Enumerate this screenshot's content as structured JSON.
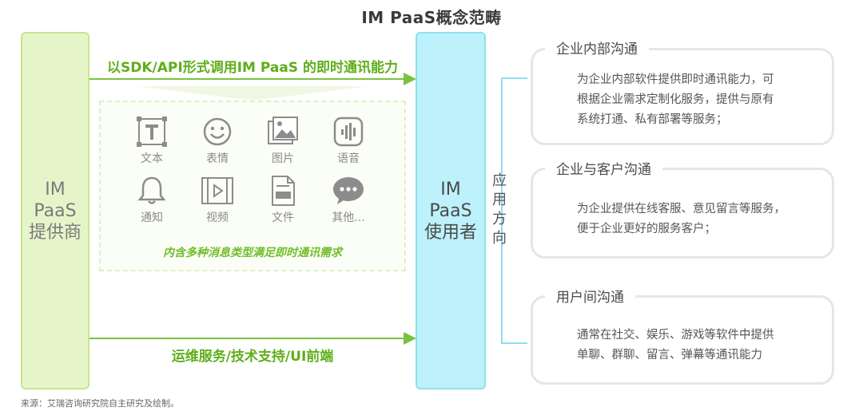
{
  "title": "IM PaaS概念范畴",
  "provider": {
    "line1": "IM",
    "line2": "PaaS",
    "line3": "提供商"
  },
  "user": {
    "line1": "IM",
    "line2": "PaaS",
    "line3": "使用者"
  },
  "top_arrow_label": "以SDK/API形式调用IM PaaS 的即时通讯能力",
  "bottom_arrow_label": "运维服务/技术支持/UI前端",
  "message_types": [
    {
      "label": "文本",
      "icon": "text-icon"
    },
    {
      "label": "表情",
      "icon": "emoji-icon"
    },
    {
      "label": "图片",
      "icon": "image-icon"
    },
    {
      "label": "语音",
      "icon": "voice-icon"
    },
    {
      "label": "通知",
      "icon": "bell-icon"
    },
    {
      "label": "视频",
      "icon": "video-icon"
    },
    {
      "label": "文件",
      "icon": "file-icon"
    },
    {
      "label": "其他...",
      "icon": "chat-bubble-icon"
    }
  ],
  "message_note": "内含多种消息类型满足即时通讯需求",
  "direction_label": {
    "c1": "应",
    "c2": "用",
    "c3": "方",
    "c4": "向"
  },
  "applications": [
    {
      "title": "企业内部沟通",
      "lines": [
        "为企业内部软件提供即时通讯能力，可",
        "根据企业需求定制化服务，提供与原有",
        "系统打通、私有部署等服务；"
      ]
    },
    {
      "title": "企业与客户沟通",
      "lines": [
        "为企业提供在线客服、意见留言等服务，",
        "便于企业更好的服务客户；"
      ]
    },
    {
      "title": "用户间沟通",
      "lines": [
        "通常在社交、娱乐、游戏等软件中提供",
        "单聊、群聊、留言、弹幕等通讯能力"
      ]
    }
  ],
  "source": "来源：艾瑞咨询研究院自主研究及绘制。",
  "colors": {
    "green": "#7ac13f",
    "cyan": "#8ddff1",
    "icon_gray": "#8c8c8c"
  }
}
